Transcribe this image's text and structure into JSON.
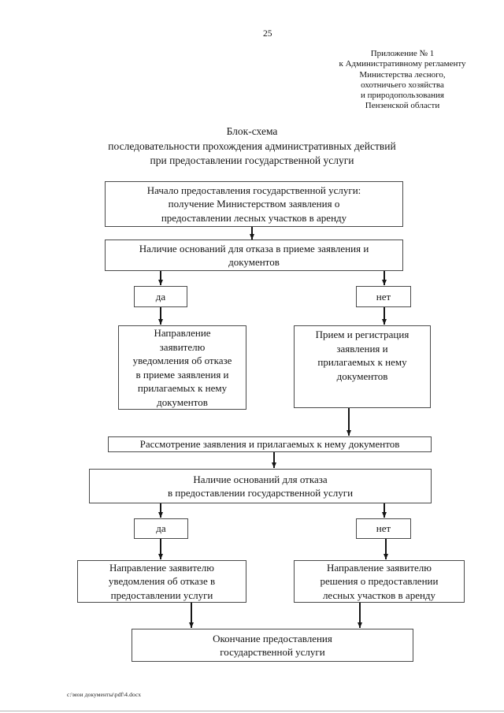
{
  "page": {
    "number": "25",
    "footer_path": "с:\\мои документы\\pdf\\4.docx"
  },
  "appendix": {
    "lines": [
      "Приложение № 1",
      "к Административному регламенту",
      "Министерства лесного,",
      "охотничьего хозяйства",
      "и природопользования",
      "Пензенской области"
    ]
  },
  "title": {
    "lines": [
      "Блок-схема",
      "последовательности прохождения административных действий",
      "при предоставлении государственной услуги"
    ]
  },
  "flowchart": {
    "start": {
      "lines": [
        "Начало предоставления государственной услуги:",
        "получение Министерством заявления о",
        "предоставлении лесных участков в аренду"
      ]
    },
    "check_acceptance": {
      "lines": [
        "Наличие оснований для отказа в приеме заявления и",
        "документов"
      ]
    },
    "yes1": "да",
    "no1": "нет",
    "rejection_acceptance": {
      "lines": [
        "Направление",
        "заявителю",
        "уведомления об отказе",
        "в приеме заявления и",
        "прилагаемых к нему",
        "документов"
      ]
    },
    "registration": {
      "lines": [
        "Прием и регистрация",
        "заявления и",
        "прилагаемых к нему",
        "документов"
      ]
    },
    "review": {
      "lines": [
        "Рассмотрение заявления и прилагаемых  к нему документов"
      ]
    },
    "check_provision": {
      "lines": [
        "Наличие оснований для отказа",
        "в предоставлении государственной услуги"
      ]
    },
    "yes2": "да",
    "no2": "нет",
    "rejection_provision": {
      "lines": [
        "Направление заявителю",
        "уведомления об отказе в",
        "предоставлении услуги"
      ]
    },
    "provision_decision": {
      "lines": [
        "Направление заявителю",
        "решения о предоставлении",
        "лесных участков в аренду"
      ]
    },
    "end": {
      "lines": [
        "Окончание предоставления",
        "государственной услуги"
      ]
    }
  }
}
